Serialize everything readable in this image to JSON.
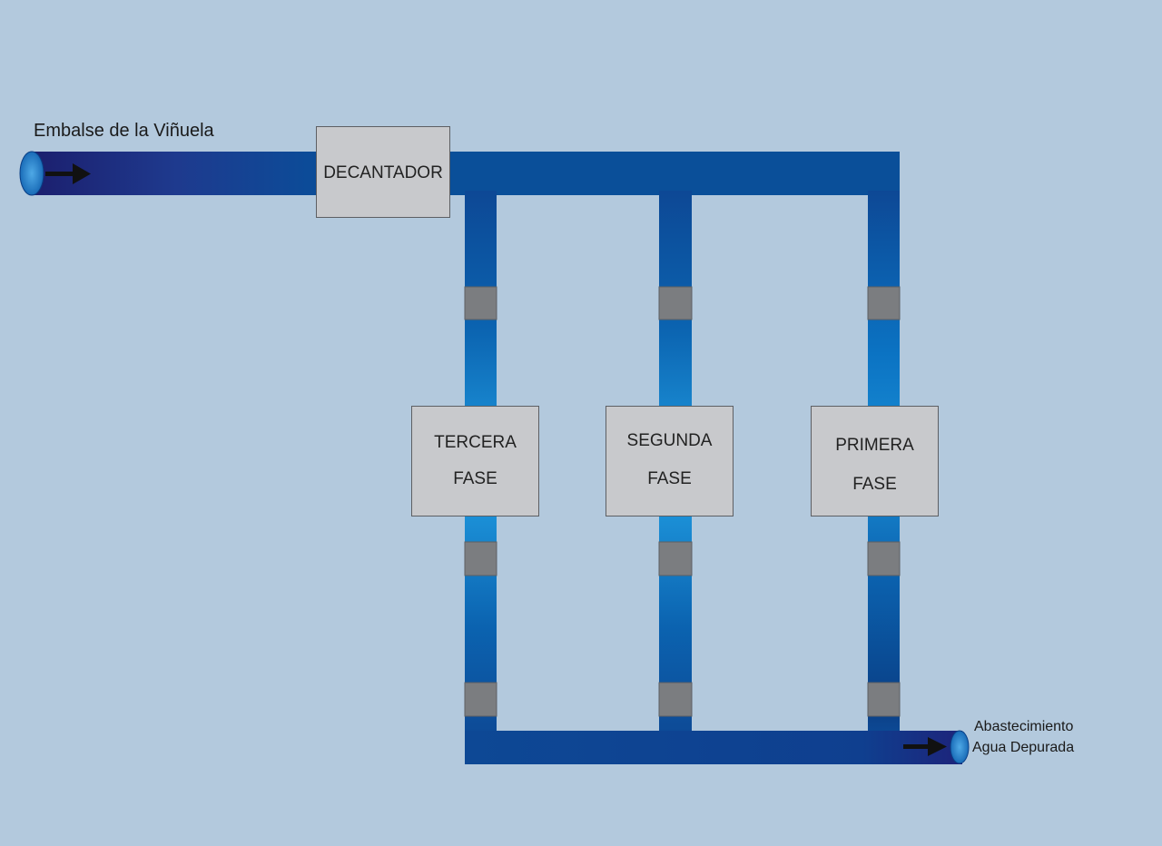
{
  "labels": {
    "source": "Embalse de la Viñuela",
    "decanter": "DECANTADOR",
    "outlet_line1": "Abastecimiento",
    "outlet_line2": "Agua Depurada"
  },
  "phases": [
    {
      "name": "TERCERA",
      "suffix": "FASE"
    },
    {
      "name": "SEGUNDA",
      "suffix": "FASE"
    },
    {
      "name": "PRIMERA",
      "suffix": "FASE"
    }
  ],
  "colors": {
    "background": "#b3c9dd",
    "pipe_dark": "#1f2a7a",
    "pipe_mid": "#0d4f9a",
    "pipe_light": "#1b8fd6",
    "valve": "#7b7d80",
    "box": "#c8c9cc"
  },
  "icons": [
    "inlet-arrow-icon",
    "outlet-arrow-icon"
  ]
}
